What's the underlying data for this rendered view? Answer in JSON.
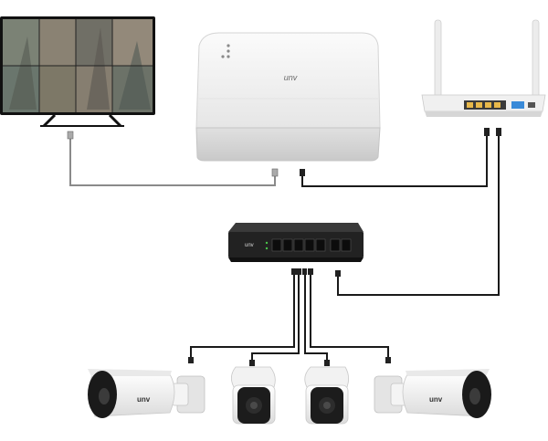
{
  "nvr": {
    "brand": "unv"
  },
  "switch": {
    "brand": "unv"
  },
  "cameras": [
    {
      "brand": "unv"
    },
    {
      "brand": "unv"
    }
  ],
  "colors": {
    "cable_dark": "#1a1a1a",
    "cable_grey": "#8a8a8a",
    "device_white": "#f2f2f2",
    "switch_body": "#2a2a2a",
    "router_antenna": "#e8e8e8",
    "router_lights": "#3a8ad8"
  },
  "icons": [
    "monitor-icon",
    "nvr-icon",
    "router-icon",
    "poe-switch-icon",
    "bullet-camera-icon",
    "mini-bullet-camera-icon"
  ]
}
